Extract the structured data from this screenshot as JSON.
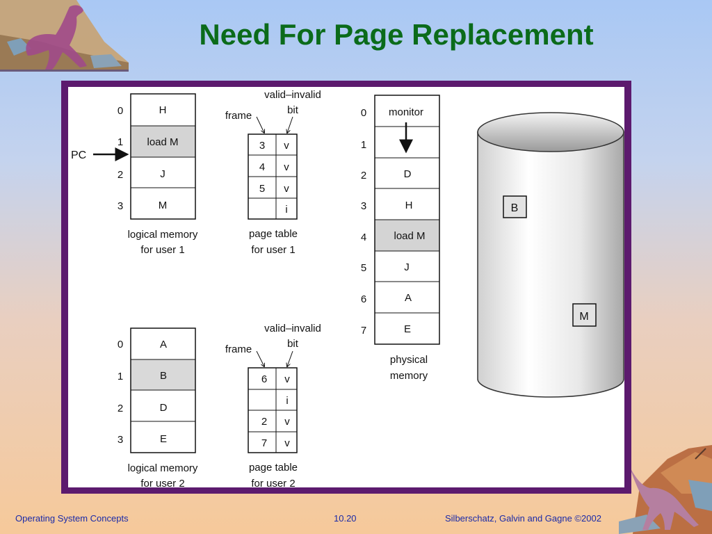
{
  "title": "Need For Page Replacement",
  "footer": {
    "left": "Operating System Concepts",
    "center": "10.20",
    "right": "Silberschatz, Galvin and  Gagne ©2002"
  },
  "user1": {
    "logical_memory": {
      "indices": [
        "0",
        "1",
        "2",
        "3"
      ],
      "cells": [
        "H",
        "load M",
        "J",
        "M"
      ],
      "highlight_index": 1,
      "caption_line1": "logical memory",
      "caption_line2": "for user 1"
    },
    "pc_label": "PC",
    "pc_index": 1,
    "page_table": {
      "frame_label": "frame",
      "vi_line1": "valid–invalid",
      "vi_line2": "bit",
      "rows": [
        {
          "frame": "3",
          "bit": "v"
        },
        {
          "frame": "4",
          "bit": "v"
        },
        {
          "frame": "5",
          "bit": "v"
        },
        {
          "frame": "",
          "bit": "i"
        }
      ],
      "caption_line1": "page table",
      "caption_line2": "for user 1"
    }
  },
  "user2": {
    "logical_memory": {
      "indices": [
        "0",
        "1",
        "2",
        "3"
      ],
      "cells": [
        "A",
        "B",
        "D",
        "E"
      ],
      "highlight_index": 1,
      "caption_line1": "logical memory",
      "caption_line2": "for user 2"
    },
    "page_table": {
      "frame_label": "frame",
      "vi_line1": "valid–invalid",
      "vi_line2": "bit",
      "rows": [
        {
          "frame": "6",
          "bit": "v"
        },
        {
          "frame": "",
          "bit": "i"
        },
        {
          "frame": "2",
          "bit": "v"
        },
        {
          "frame": "7",
          "bit": "v"
        }
      ],
      "caption_line1": "page table",
      "caption_line2": "for user 2"
    }
  },
  "physical_memory": {
    "indices": [
      "0",
      "1",
      "2",
      "3",
      "4",
      "5",
      "6",
      "7"
    ],
    "cells": [
      "monitor",
      "",
      "D",
      "H",
      "load M",
      "J",
      "A",
      "E"
    ],
    "highlight_index": 4,
    "caption_line1": "physical",
    "caption_line2": "memory"
  },
  "disk": {
    "items": [
      "B",
      "M"
    ]
  },
  "colors": {
    "title": "#0b6b1a",
    "frame_border": "#5c1a6e",
    "highlight_cell": "#d4d4d4",
    "footer_text": "#1a2aa8"
  }
}
